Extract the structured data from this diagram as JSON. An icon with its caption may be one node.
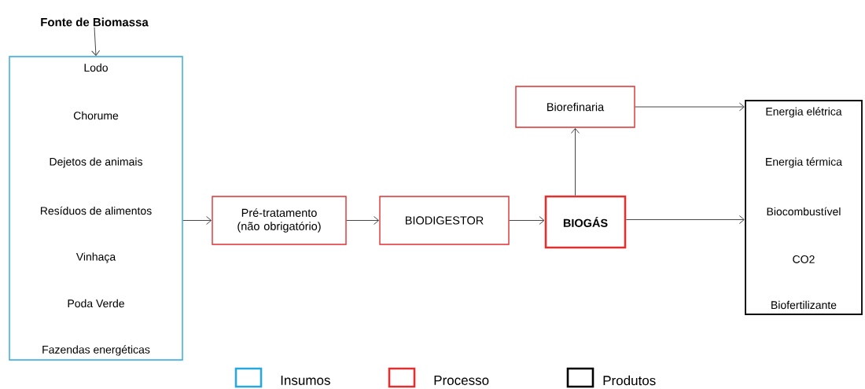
{
  "diagram": {
    "nodes": [
      {
        "text": [
          "Fonte de Biomassa"
        ]
      },
      {
        "text": [
          "Lodo",
          "Chorume",
          "Dejetos de animais",
          "Resíduos de alimentos",
          "Vinhaça",
          "Poda Verde",
          "Fazendas energéticas"
        ]
      },
      {
        "text": [
          "Pré-tratamento (não obrigatório)"
        ]
      },
      {
        "text": [
          "BIODIGESTOR"
        ]
      },
      {
        "text": [
          "BIOGÁS"
        ]
      },
      {
        "text": [
          "Biorefinaria"
        ]
      },
      {
        "text": [
          "Energia elétrica",
          "Energia térmica",
          "Biocombustível",
          "CO2",
          "Biofertilizante"
        ]
      }
    ],
    "edges": [
      {
        "from": 0,
        "to": 1,
        "arrow": "to"
      },
      {
        "from": 1,
        "to": 2,
        "arrow": "to"
      },
      {
        "from": 2,
        "to": 3,
        "arrow": "to"
      },
      {
        "from": 3,
        "to": 4,
        "arrow": "to"
      },
      {
        "from": 4,
        "to": 5,
        "arrow": "to"
      },
      {
        "from": 5,
        "to": 6,
        "arrow": "to"
      },
      {
        "from": 4,
        "to": 6,
        "arrow": "to"
      }
    ],
    "legend": [
      {
        "text": "Insumos",
        "color": "#29a8e0"
      },
      {
        "text": "Processo",
        "color": "#e03030"
      },
      {
        "text": "Produtos",
        "color": "#000000"
      }
    ]
  }
}
